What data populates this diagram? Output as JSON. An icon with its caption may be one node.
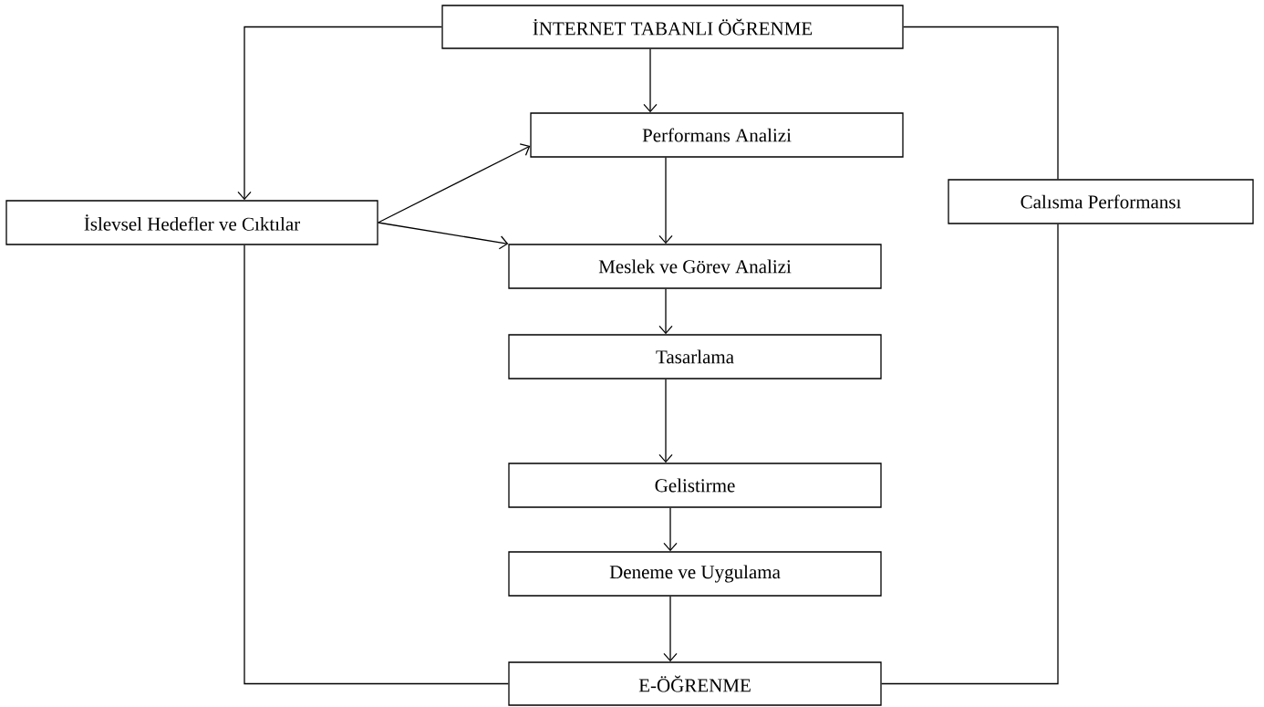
{
  "diagram": {
    "nodes": [
      {
        "text": [
          "İNTERNET TABANLI ÖĞRENME"
        ]
      },
      {
        "text": [
          "Performans Analizi"
        ]
      },
      {
        "text": [
          "İslevsel Hedefler ve Cıktılar"
        ]
      },
      {
        "text": [
          "Calısma Performansı"
        ]
      },
      {
        "text": [
          "Meslek ve Görev Analizi"
        ]
      },
      {
        "text": [
          "Tasarlama"
        ]
      },
      {
        "text": [
          "Gelistirme"
        ]
      },
      {
        "text": [
          "Deneme ve Uygulama"
        ]
      },
      {
        "text": [
          "E-ÖĞRENME"
        ]
      }
    ],
    "edges": [
      {
        "from": 0,
        "to": 1,
        "arrow": "to"
      },
      {
        "from": 0,
        "to": 2,
        "arrow": "to"
      },
      {
        "from": 0,
        "to": 3,
        "arrow": "none"
      },
      {
        "from": 2,
        "to": 1,
        "arrow": "to"
      },
      {
        "from": 2,
        "to": 4,
        "arrow": "to"
      },
      {
        "from": 1,
        "to": 4,
        "arrow": "to"
      },
      {
        "from": 4,
        "to": 5,
        "arrow": "to"
      },
      {
        "from": 5,
        "to": 6,
        "arrow": "to"
      },
      {
        "from": 6,
        "to": 7,
        "arrow": "to"
      },
      {
        "from": 7,
        "to": 8,
        "arrow": "to"
      },
      {
        "from": 2,
        "to": 8,
        "arrow": "none"
      },
      {
        "from": 3,
        "to": 8,
        "arrow": "none"
      }
    ]
  }
}
